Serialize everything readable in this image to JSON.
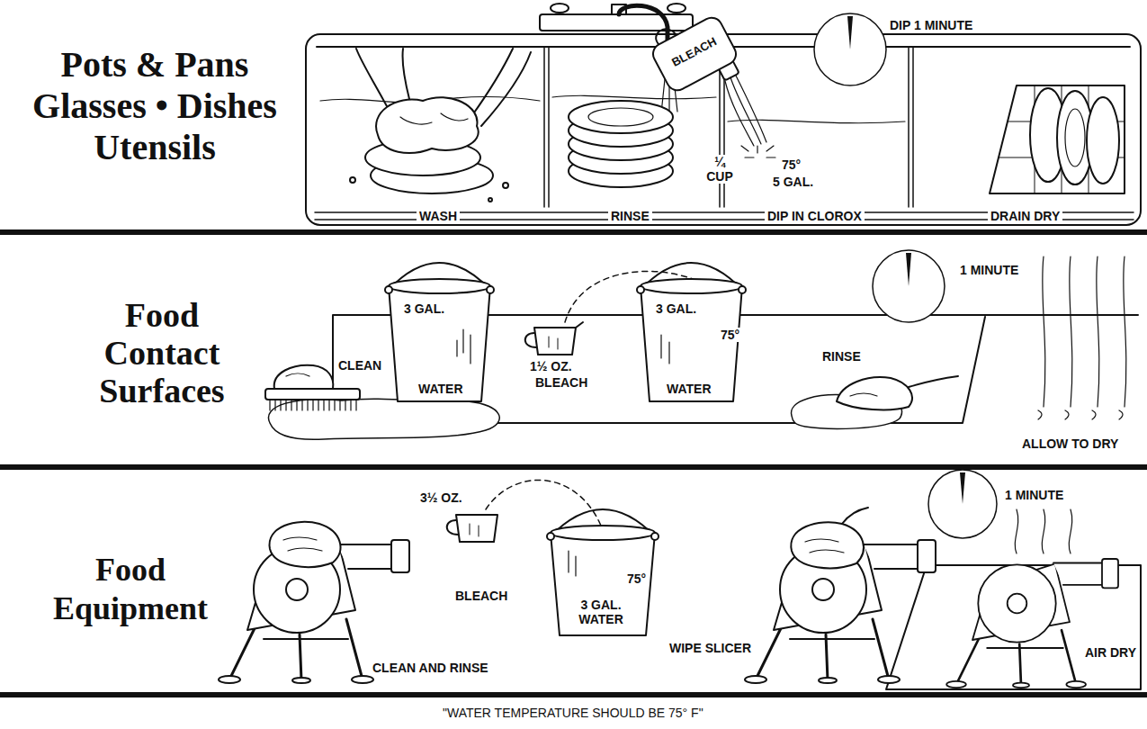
{
  "diagram": {
    "caption": "\"WATER TEMPERATURE SHOULD BE 75° F\"",
    "nodes": [
      {
        "text": [
          "Pots & Pans Glasses • Dishes Utensils"
        ]
      },
      {
        "text": [
          "Food Contact Surfaces"
        ]
      },
      {
        "text": [
          "Food Equipment"
        ]
      }
    ],
    "labels": [
      "DIP 1 MINUTE",
      "BLEACH",
      "¼ CUP",
      "75°",
      "5 GAL.",
      "WASH",
      "RINSE",
      "DIP IN CLOROX",
      "DRAIN DRY",
      "3 GAL.",
      "CLEAN",
      "WATER",
      "1½ OZ.",
      "BLEACH",
      "3 GAL.",
      "75°",
      "WATER",
      "1 MINUTE",
      "RINSE",
      "ALLOW TO DRY",
      "3½ OZ.",
      "BLEACH",
      "75°",
      "3 GAL. WATER",
      "CLEAN AND RINSE",
      "WIPE SLICER",
      "1 MINUTE",
      "AIR DRY"
    ]
  }
}
